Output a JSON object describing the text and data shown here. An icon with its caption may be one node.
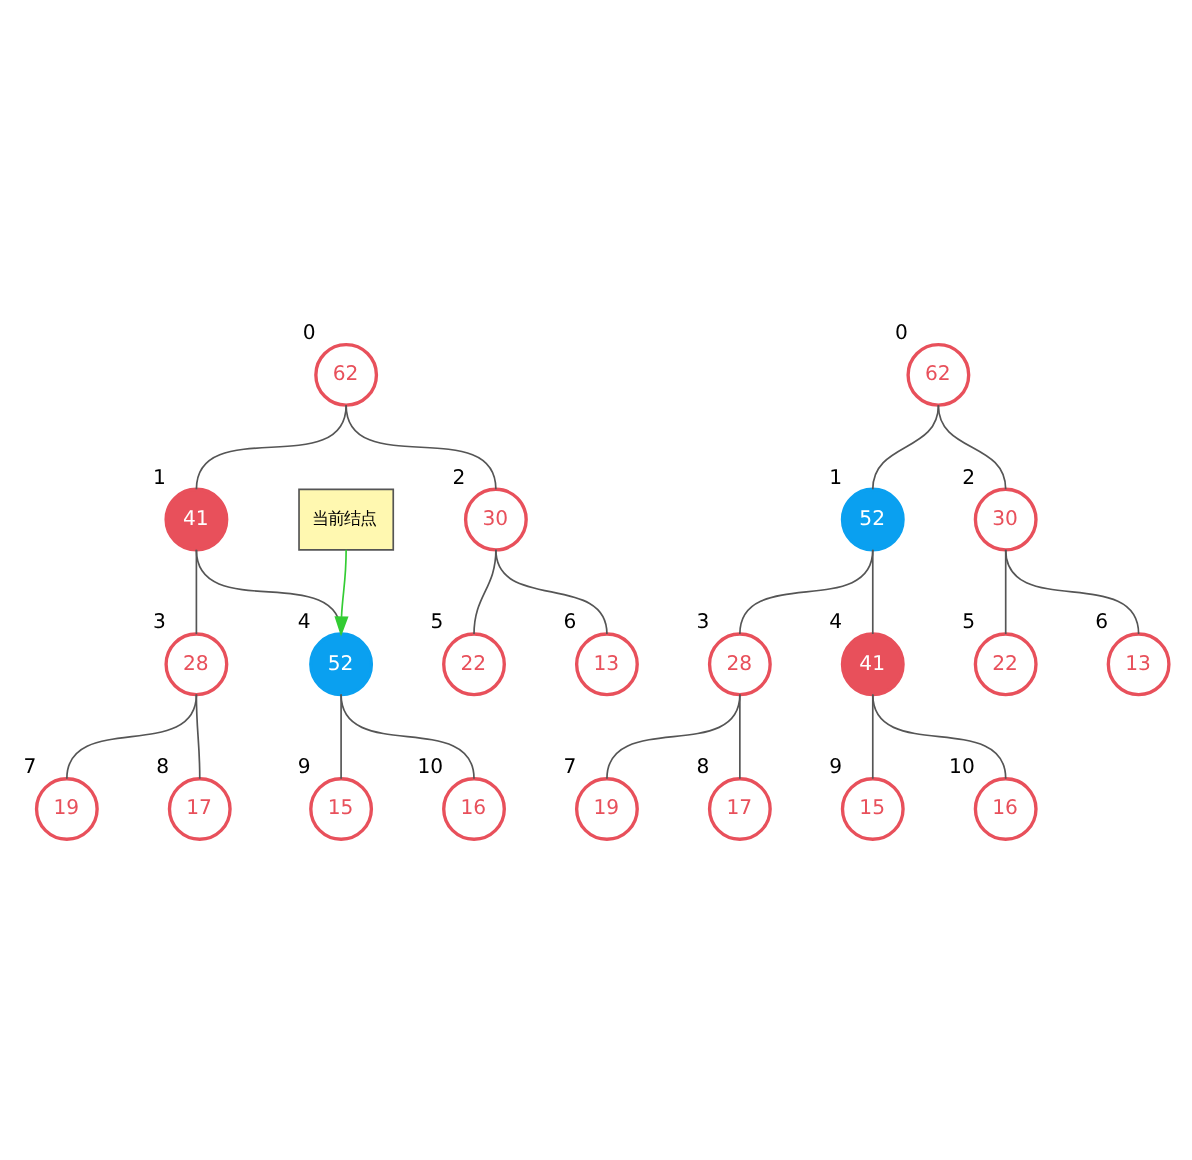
{
  "diagram": {
    "nodes": [
      {
        "text": [
          "62"
        ],
        "beside": [
          "0"
        ]
      },
      {
        "text": [
          "41"
        ],
        "beside": [
          "1"
        ]
      },
      {
        "text": [
          "30"
        ],
        "beside": [
          "2"
        ]
      },
      {
        "text": [
          "28"
        ],
        "beside": [
          "3"
        ]
      },
      {
        "text": [
          "52"
        ],
        "beside": [
          "4"
        ]
      },
      {
        "text": [
          "22"
        ],
        "beside": [
          "5"
        ]
      },
      {
        "text": [
          "13"
        ],
        "beside": [
          "6"
        ]
      },
      {
        "text": [
          "19"
        ],
        "beside": [
          "7"
        ]
      },
      {
        "text": [
          "17"
        ],
        "beside": [
          "8"
        ]
      },
      {
        "text": [
          "15"
        ],
        "beside": [
          "9"
        ]
      },
      {
        "text": [
          "16"
        ],
        "beside": [
          "10"
        ]
      },
      {
        "text": [
          "当前结点"
        ]
      },
      {
        "text": [
          "62"
        ],
        "beside": [
          "0"
        ]
      },
      {
        "text": [
          "52"
        ],
        "beside": [
          "1"
        ]
      },
      {
        "text": [
          "30"
        ],
        "beside": [
          "2"
        ]
      },
      {
        "text": [
          "28"
        ],
        "beside": [
          "3"
        ]
      },
      {
        "text": [
          "41"
        ],
        "beside": [
          "4"
        ]
      },
      {
        "text": [
          "22"
        ],
        "beside": [
          "5"
        ]
      },
      {
        "text": [
          "13"
        ],
        "beside": [
          "6"
        ]
      },
      {
        "text": [
          "19"
        ],
        "beside": [
          "7"
        ]
      },
      {
        "text": [
          "17"
        ],
        "beside": [
          "8"
        ]
      },
      {
        "text": [
          "15"
        ],
        "beside": [
          "9"
        ]
      },
      {
        "text": [
          "16"
        ],
        "beside": [
          "10"
        ]
      }
    ],
    "edges": [
      {
        "from": 0,
        "to": 1,
        "arrow": "none"
      },
      {
        "from": 0,
        "to": 2,
        "arrow": "none"
      },
      {
        "from": 1,
        "to": 3,
        "arrow": "none"
      },
      {
        "from": 1,
        "to": 4,
        "arrow": "none"
      },
      {
        "from": 2,
        "to": 5,
        "arrow": "none"
      },
      {
        "from": 2,
        "to": 6,
        "arrow": "none"
      },
      {
        "from": 3,
        "to": 7,
        "arrow": "none"
      },
      {
        "from": 3,
        "to": 8,
        "arrow": "none"
      },
      {
        "from": 4,
        "to": 9,
        "arrow": "none"
      },
      {
        "from": 4,
        "to": 10,
        "arrow": "none"
      },
      {
        "from": 11,
        "to": 4,
        "arrow": "to",
        "color": "#33cc33"
      },
      {
        "from": 12,
        "to": 13,
        "arrow": "none"
      },
      {
        "from": 12,
        "to": 14,
        "arrow": "none"
      },
      {
        "from": 13,
        "to": 15,
        "arrow": "none"
      },
      {
        "from": 13,
        "to": 16,
        "arrow": "none"
      },
      {
        "from": 14,
        "to": 17,
        "arrow": "none"
      },
      {
        "from": 14,
        "to": 18,
        "arrow": "none"
      },
      {
        "from": 15,
        "to": 19,
        "arrow": "none"
      },
      {
        "from": 15,
        "to": 20,
        "arrow": "none"
      },
      {
        "from": 16,
        "to": 21,
        "arrow": "none"
      },
      {
        "from": 16,
        "to": 22,
        "arrow": "none"
      }
    ]
  }
}
